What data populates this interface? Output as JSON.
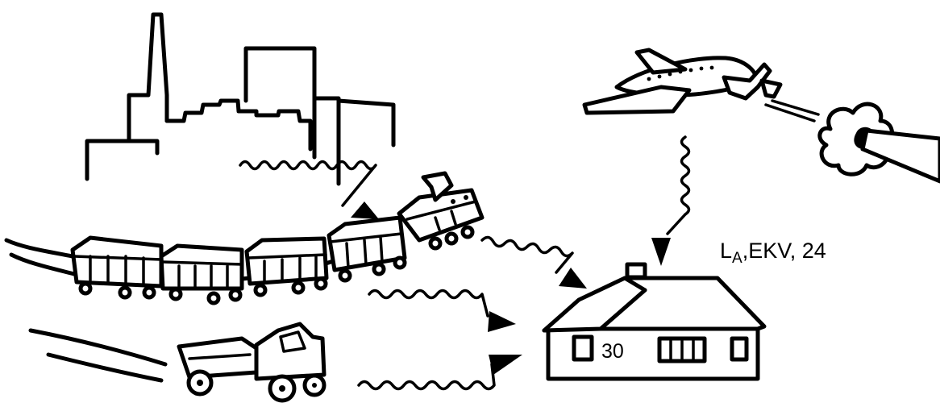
{
  "label": {
    "symbol": "L",
    "subscript": "A",
    "suffix": ",EKV, 24"
  },
  "house": {
    "number": "30"
  }
}
